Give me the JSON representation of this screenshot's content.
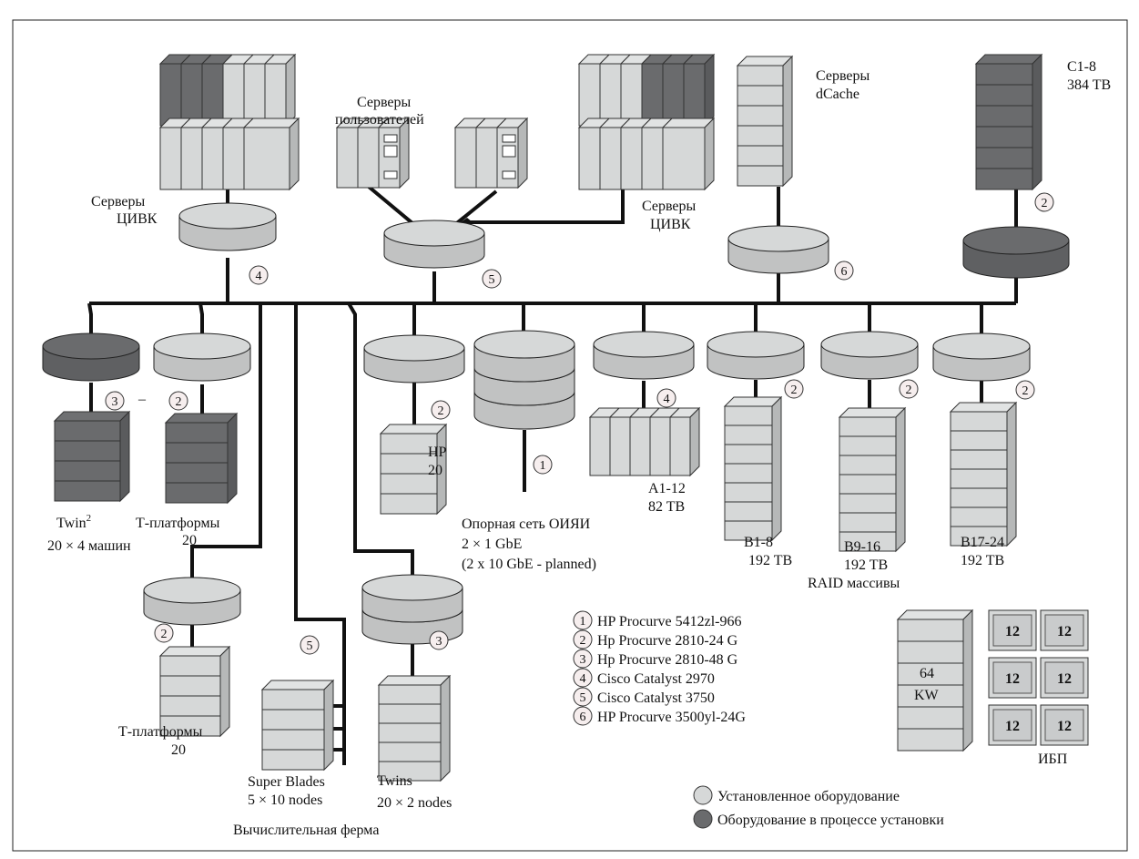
{
  "colors": {
    "installed": "#d6d8d8",
    "installing": "#6a6b6d",
    "line": "#111111",
    "badge_fill": "#f6eeee"
  },
  "labels": {
    "user_servers_1": "Серверы",
    "user_servers_2": "пользователей",
    "civk_left_1": "Серверы",
    "civk_left_2": "ЦИВК",
    "civk_right_1": "Серверы",
    "civk_right_2": "ЦИВК",
    "dcache_1": "Серверы",
    "dcache_2": "dCache",
    "c18_1": "C1-8",
    "c18_2": "384 TB",
    "twin_1": "Twin",
    "twin_sup": "2",
    "twin_2": "20 × 4 машин",
    "tplat_1": "Т-платформы",
    "tplat_2": "20",
    "hp_1": "HP",
    "hp_2": "20",
    "backbone_1": "Опорная сеть ОИЯИ",
    "backbone_2": "2 × 1 GbE",
    "backbone_3": "(2 x 10 GbE - planned)",
    "a112_1": "A1-12",
    "a112_2": "82 TB",
    "b18_1": "B1-8",
    "b18_2": "192 TB",
    "b916_1": "B9-16",
    "b916_2": "192 TB",
    "b1724_1": "B17-24",
    "b1724_2": "192 TB",
    "raid": "RAID  массивы",
    "tplat_b_1": "Т-платформы",
    "tplat_b_2": "20",
    "blades_1": "Super Blades",
    "blades_2": "5 × 10 nodes",
    "twins_1": "Twins",
    "twins_2": "20 × 2 nodes",
    "farm": "Вычислительная ферма",
    "ups_kw_1": "64",
    "ups_kw_2": "KW",
    "ups": "ИБП",
    "ups_cell": "12",
    "dash": "–"
  },
  "badges": {
    "b1": "1",
    "b2": "2",
    "b3": "3",
    "b4": "4",
    "b5": "5",
    "b6": "6"
  },
  "device_legend": [
    {
      "num": "1",
      "text": "HP Procurve 5412zl-966"
    },
    {
      "num": "2",
      "text": "Hp Procurve 2810-24 G"
    },
    {
      "num": "3",
      "text": "Hp Procurve 2810-48 G"
    },
    {
      "num": "4",
      "text": "Cisco Catalyst 2970"
    },
    {
      "num": "5",
      "text": "Cisco Catalyst 3750"
    },
    {
      "num": "6",
      "text": "HP Procurve 3500yl-24G"
    }
  ],
  "status_legend": {
    "installed": "Установленное оборудование",
    "installing": "Оборудование в процессе установки"
  }
}
